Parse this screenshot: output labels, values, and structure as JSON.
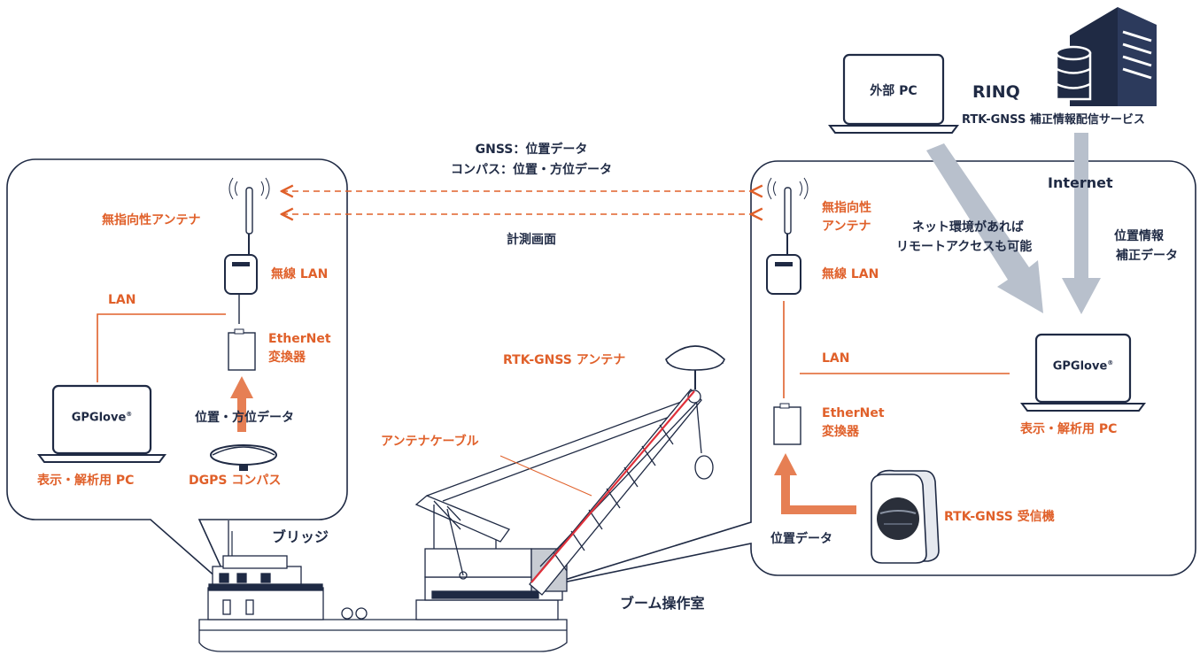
{
  "diagram": {
    "gnss_note": "GNSS：位置データ",
    "compass_note": "コンパス：位置・方位データ",
    "measurement_screen": "計測画面",
    "bridge": {
      "antenna": "無指向性アンテナ",
      "wireless_lan": "無線 LAN",
      "ethernet_converter": [
        "EtherNet",
        "変換器"
      ],
      "lan": "LAN",
      "pc_screen": "GPGlove",
      "pc_caption": "表示・解析用 PC",
      "heading_data": "位置・方位データ",
      "dgps_compass": "DGPS コンパス",
      "location": "ブリッジ"
    },
    "rtk_antenna": "RTK-GNSS アンテナ",
    "antenna_cable": "アンテナケーブル",
    "boom_room": {
      "antenna": [
        "無指向性",
        "アンテナ"
      ],
      "wireless_lan": "無線 LAN",
      "ethernet_converter": [
        "EtherNet",
        "変換器"
      ],
      "lan": "LAN",
      "pc_screen": "GPGlove",
      "pc_caption": "表示・解析用 PC",
      "position_data": "位置データ",
      "receiver": "RTK-GNSS 受信機",
      "location": "ブーム操作室",
      "remote_access": [
        "ネット環境があれば",
        "リモートアクセスも可能"
      ],
      "internet": "Internet",
      "correction": [
        "位置情報",
        "補正データ"
      ]
    },
    "external_pc": "外部 PC",
    "service": {
      "name": "RINQ",
      "caption": "RTK-GNSS 補正情報配信サービス"
    }
  },
  "colors": {
    "accent": "#e0602a",
    "navy": "#1f2a44",
    "flow_arrow": "#b8c0cc"
  },
  "icons": [
    "antenna-icon",
    "wifi-router-icon",
    "converter-icon",
    "laptop-icon",
    "compass-dome-icon",
    "server-icon",
    "database-icon",
    "receiver-icon",
    "ship-icon",
    "crane-icon"
  ]
}
